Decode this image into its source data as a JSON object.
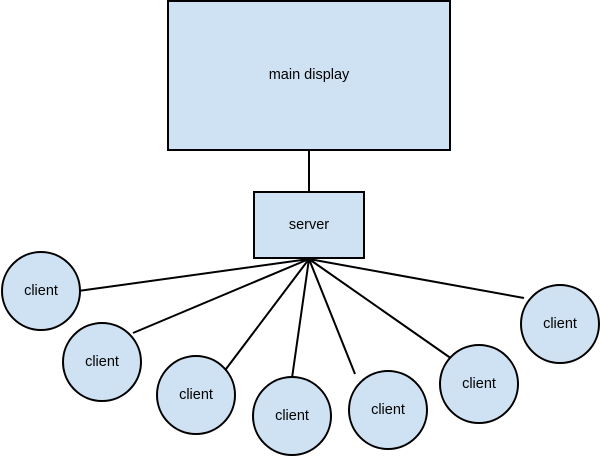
{
  "colors": {
    "node_fill": "#cfe2f3",
    "stroke": "#000000",
    "background": "#ffffff"
  },
  "nodes": {
    "main_display": {
      "label": "main display"
    },
    "server": {
      "label": "server"
    },
    "clients": [
      {
        "label": "client"
      },
      {
        "label": "client"
      },
      {
        "label": "client"
      },
      {
        "label": "client"
      },
      {
        "label": "client"
      },
      {
        "label": "client"
      },
      {
        "label": "client"
      }
    ]
  },
  "edges": [
    {
      "from": "main display",
      "to": "server"
    },
    {
      "from": "server",
      "to": "client 1"
    },
    {
      "from": "server",
      "to": "client 2"
    },
    {
      "from": "server",
      "to": "client 3"
    },
    {
      "from": "server",
      "to": "client 4"
    },
    {
      "from": "server",
      "to": "client 5"
    },
    {
      "from": "server",
      "to": "client 6"
    },
    {
      "from": "server",
      "to": "client 7"
    }
  ]
}
